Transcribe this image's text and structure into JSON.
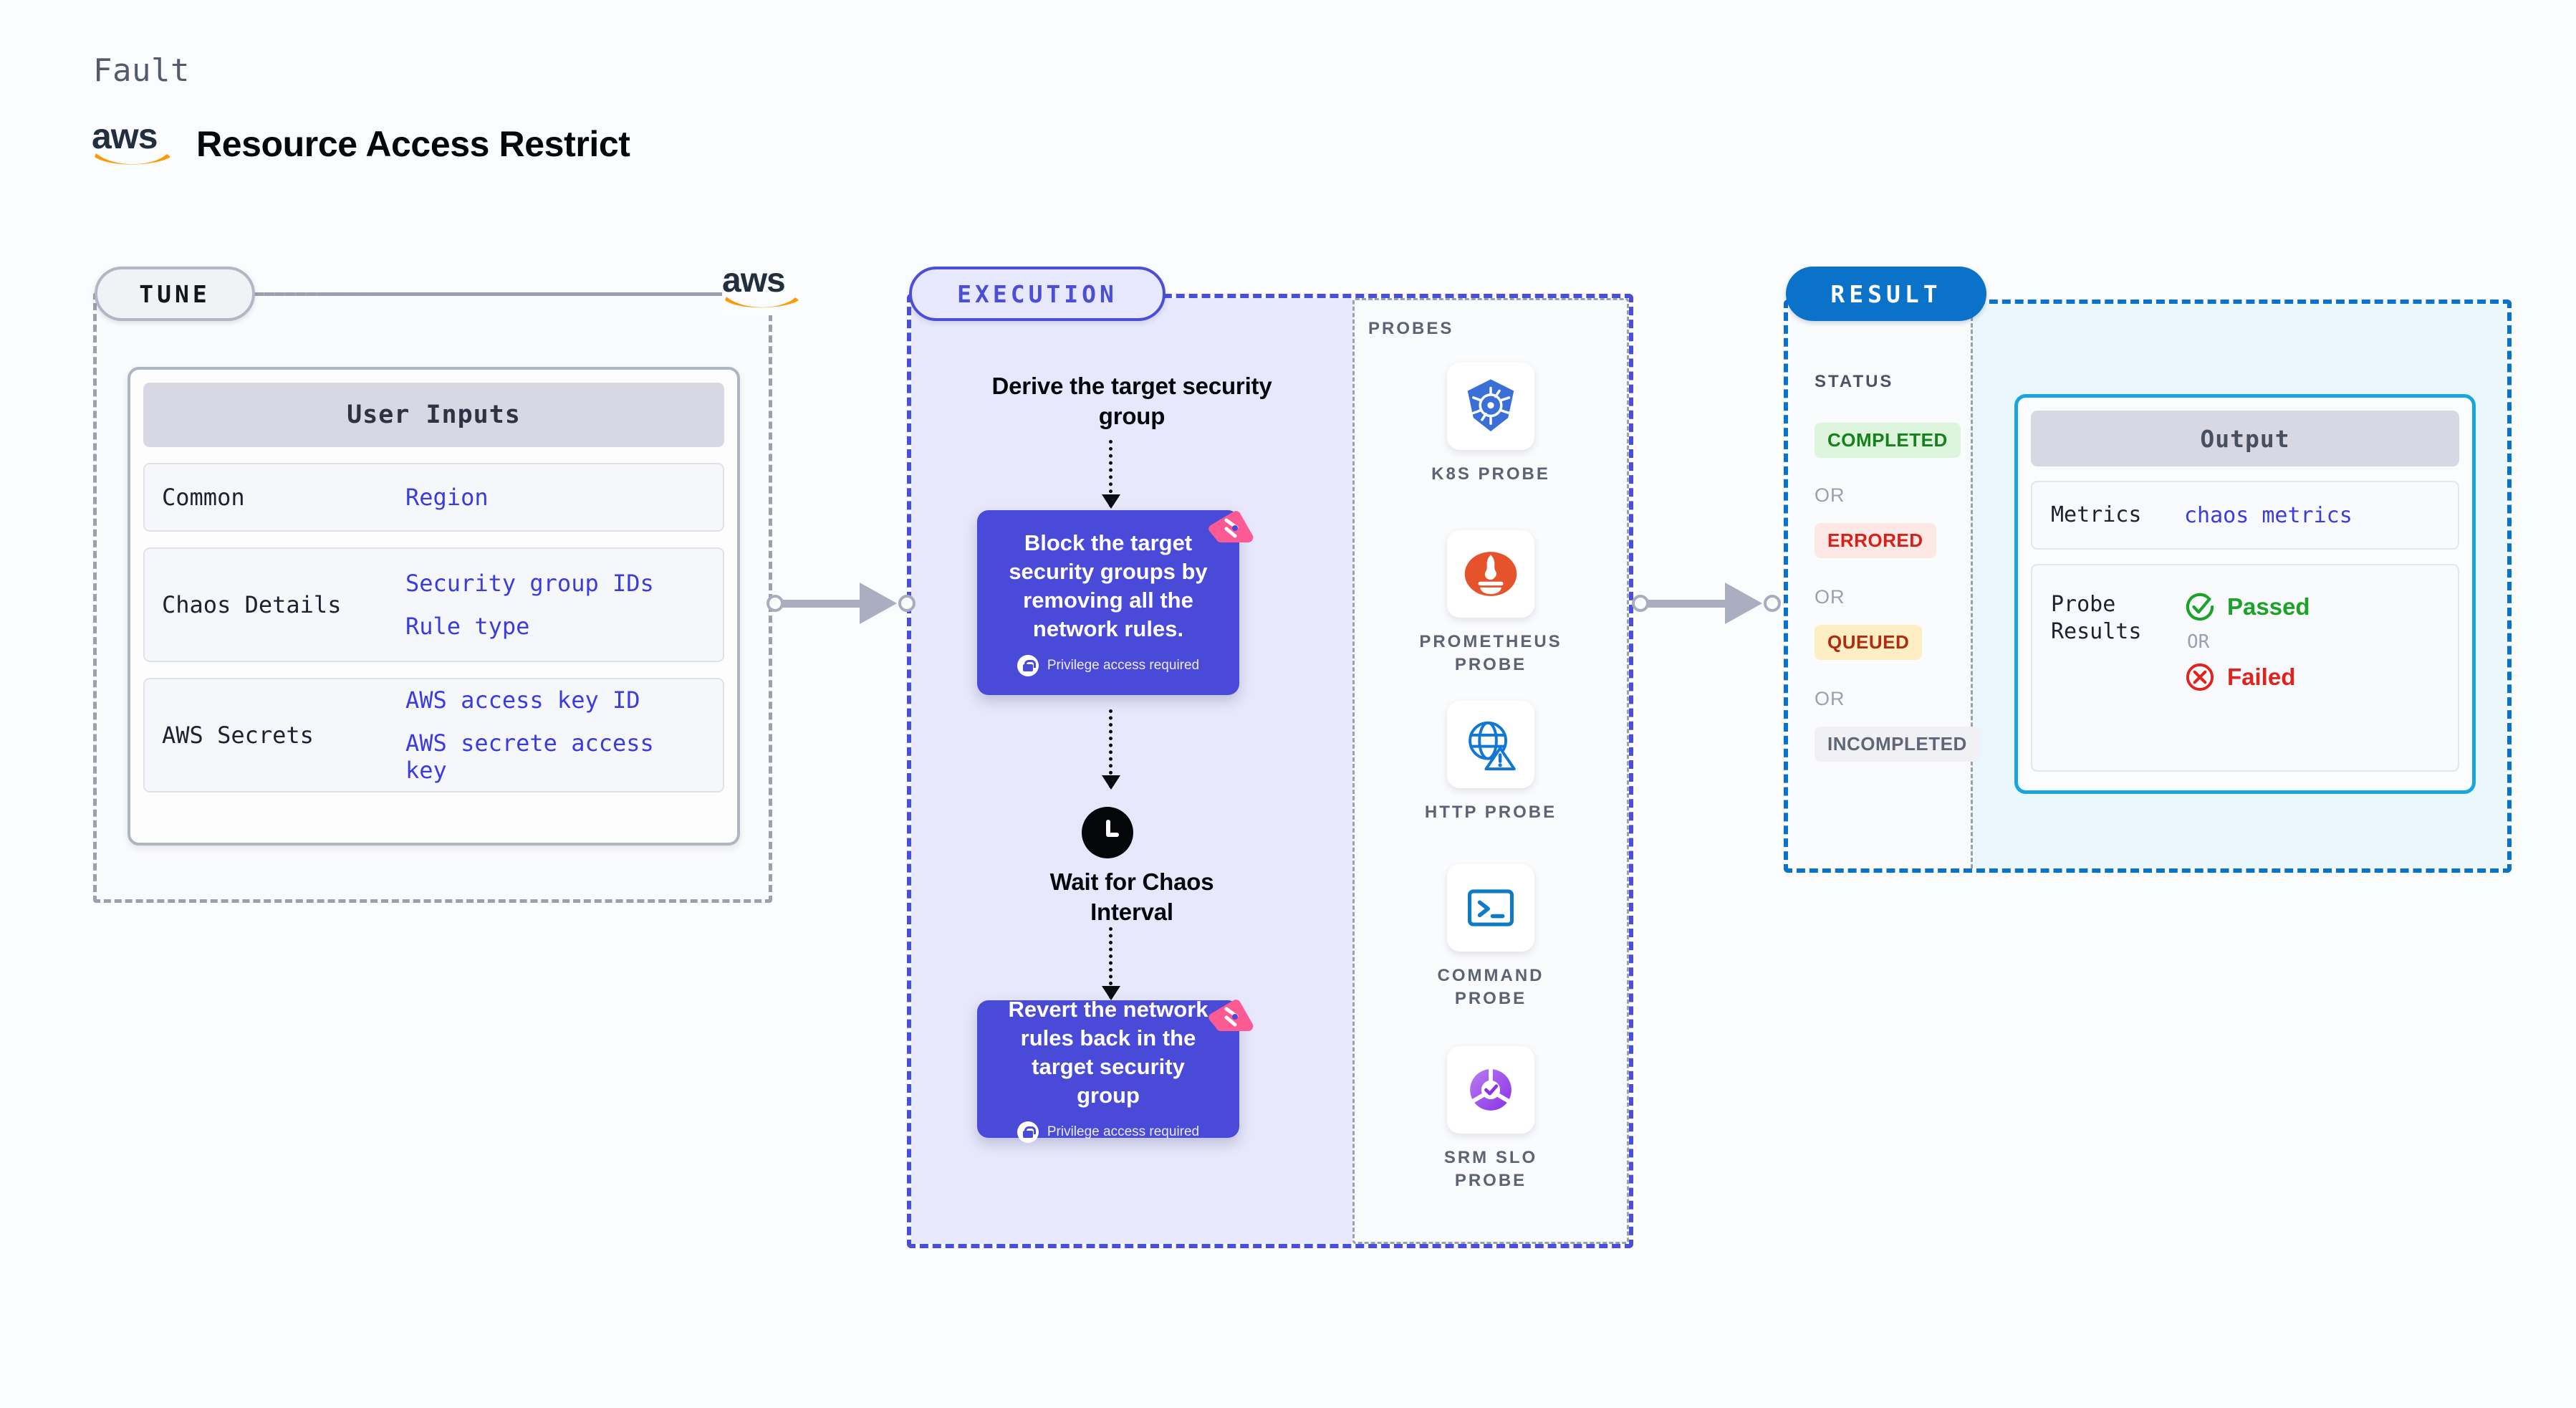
{
  "header": {
    "eyebrow": "Fault",
    "logo_text": "aws",
    "title": "Resource Access Restrict"
  },
  "tune": {
    "pill_label": "TUNE",
    "logo_text": "aws",
    "card_title": "User Inputs",
    "rows": [
      {
        "label": "Common",
        "values": [
          "Region"
        ]
      },
      {
        "label": "Chaos Details",
        "values": [
          "Security group IDs",
          "Rule type"
        ]
      },
      {
        "label": "AWS Secrets",
        "values": [
          "AWS access key ID",
          "AWS secrete access key"
        ]
      }
    ]
  },
  "execution": {
    "pill_label": "EXECUTION",
    "derive_step": "Derive the target security group",
    "block_step": "Block the target security groups by removing all the network rules.",
    "block_privilege": "Privilege access required",
    "wait_step": "Wait for Chaos Interval",
    "revert_step": "Revert the network rules back in the target security group",
    "revert_privilege": "Privilege access required",
    "probes_label": "PROBES",
    "probes": [
      {
        "name": "K8S PROBE",
        "icon": "kubernetes-icon"
      },
      {
        "name": "PROMETHEUS PROBE",
        "icon": "prometheus-icon"
      },
      {
        "name": "HTTP PROBE",
        "icon": "http-globe-icon"
      },
      {
        "name": "COMMAND PROBE",
        "icon": "terminal-icon"
      },
      {
        "name": "SRM SLO PROBE",
        "icon": "srm-slo-icon"
      }
    ]
  },
  "result": {
    "pill_label": "RESULT",
    "status_label": "STATUS",
    "or_label": "OR",
    "statuses": [
      {
        "label": "COMPLETED",
        "color": "#16801c",
        "bg": "#ddf5dc"
      },
      {
        "label": "ERRORED",
        "color": "#d8201a",
        "bg": "#fde8e6"
      },
      {
        "label": "QUEUED",
        "color": "#b02b10",
        "bg": "#fdeec4"
      },
      {
        "label": "INCOMPLETED",
        "color": "#5f6678",
        "bg": "#f0f0f5"
      }
    ],
    "output_title": "Output",
    "metrics_label": "Metrics",
    "metrics_value": "chaos metrics",
    "probe_results_label": "Probe Results",
    "probe_passed": "Passed",
    "probe_failed": "Failed",
    "probe_or": "OR"
  },
  "colors": {
    "accent_indigo": "#4b4fd6",
    "accent_blue": "#0a72c9",
    "card_purple": "#4a4ad8",
    "chaos_pink": "#fb5a93",
    "aws_orange": "#ff9900",
    "value_blue": "#3a3ce0"
  }
}
